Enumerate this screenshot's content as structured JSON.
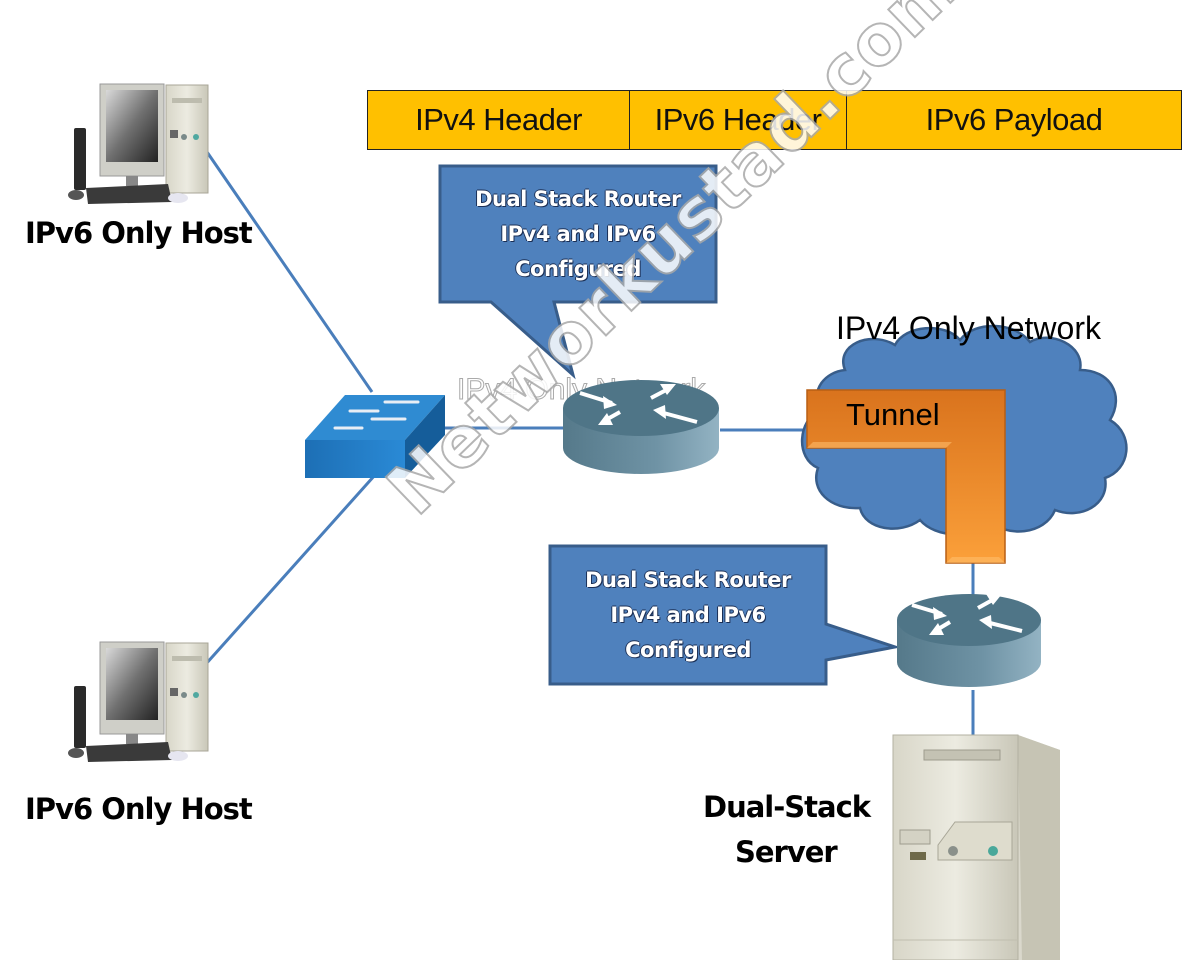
{
  "packet": {
    "cells": [
      {
        "label": "IPv4 Header",
        "color": "#ffc000"
      },
      {
        "label": "IPv6 Header",
        "color": "#ffc000"
      },
      {
        "label": "IPv6 Payload",
        "color": "#ffc000"
      }
    ]
  },
  "nodes": {
    "host_top": {
      "label": "IPv6 Only Host",
      "icon": "desktop-computer-icon"
    },
    "host_bottom": {
      "label": "IPv6 Only Host",
      "icon": "desktop-computer-icon"
    },
    "switch": {
      "icon": "switch-icon",
      "color": "#1f78c1"
    },
    "router_main": {
      "icon": "router-icon",
      "color": "#5d8799"
    },
    "router_edge": {
      "icon": "router-icon",
      "color": "#5d8799"
    },
    "server": {
      "label_line1": "Dual-Stack",
      "label_line2": "Server",
      "icon": "server-tower-icon"
    }
  },
  "callouts": {
    "top": {
      "line1": "Dual Stack Router",
      "line2": "IPv4 and IPv6",
      "line3": "Configured",
      "color": "#4f81bd"
    },
    "bottom": {
      "line1": "Dual Stack Router",
      "line2": "IPv4 and IPv6",
      "line3": "Configured",
      "color": "#4f81bd"
    }
  },
  "cloud": {
    "label": "IPv4 Only Network",
    "color": "#4f81bd"
  },
  "tunnel": {
    "label": "Tunnel",
    "color": "#f08a24"
  },
  "ghost_text": "IPv4 Only Network",
  "watermark": "Networkustad.com",
  "link_color": "#4a7ebb"
}
